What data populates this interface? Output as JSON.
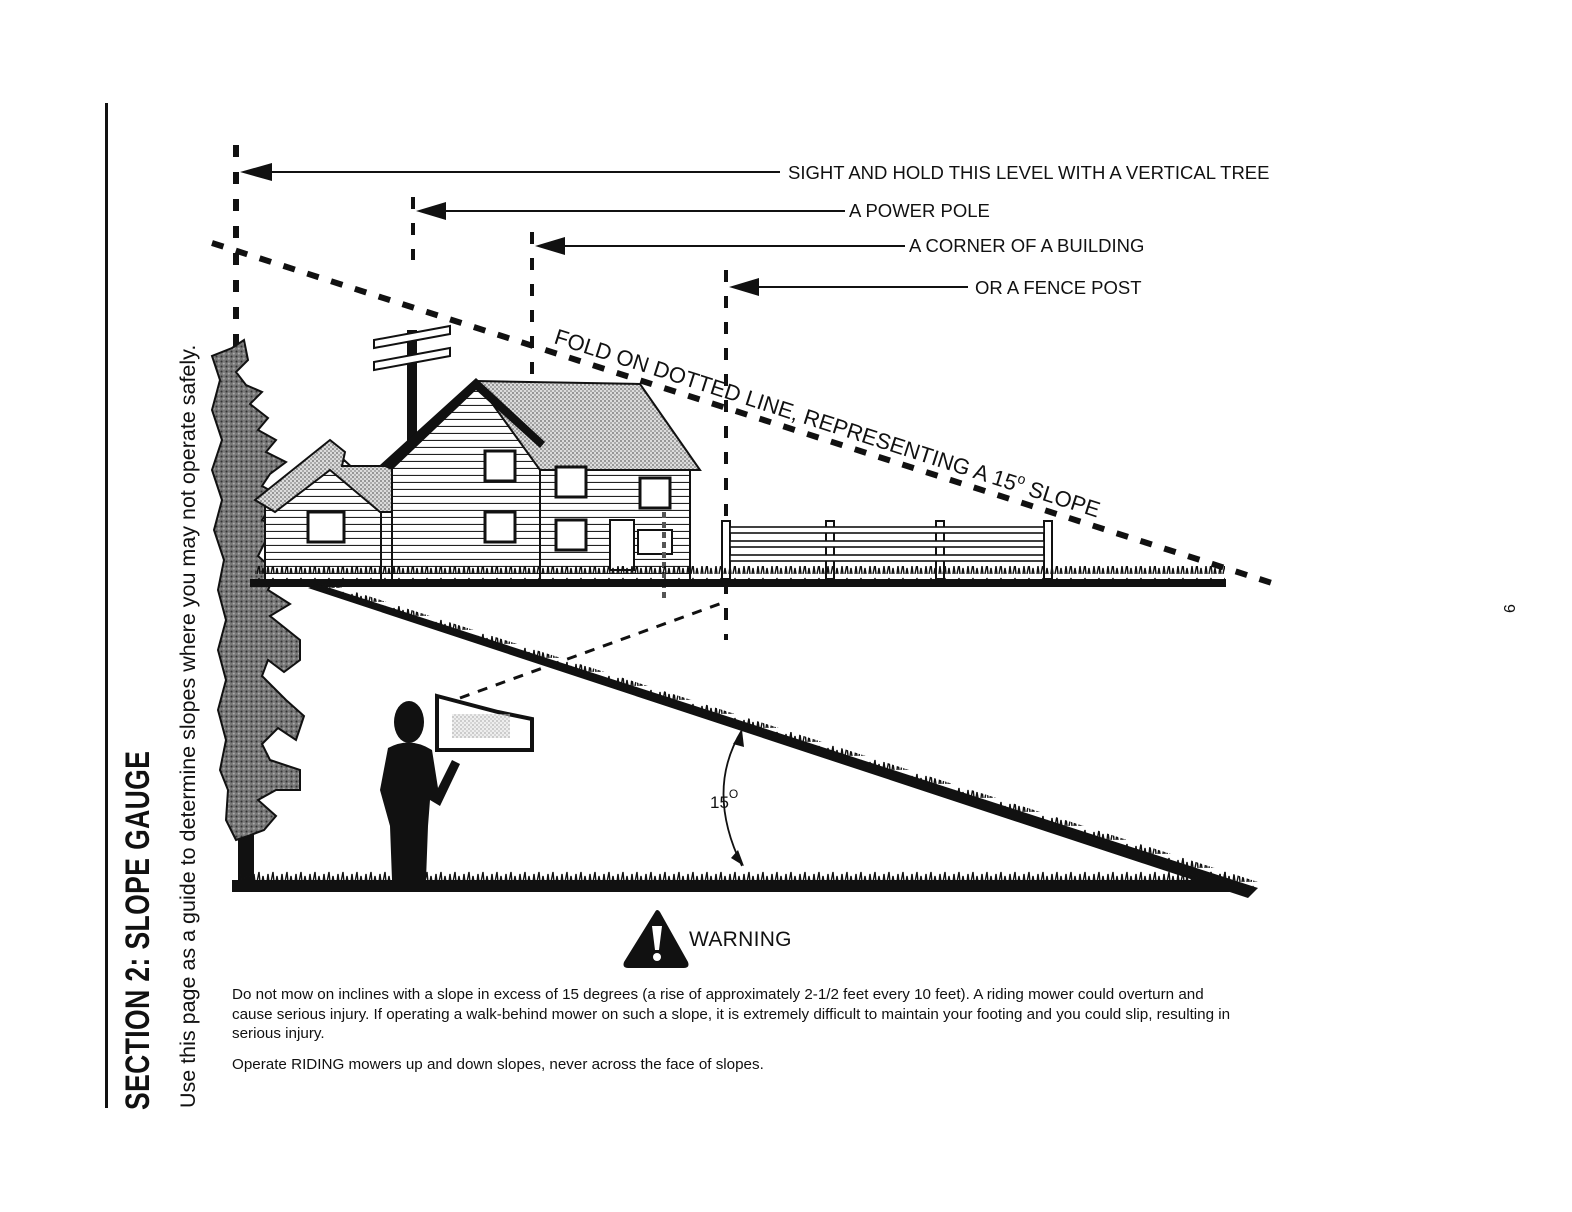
{
  "section": {
    "title": "SECTION 2:  SLOPE GAUGE",
    "subtitle": "Use this page as a guide to determine slopes where you may not operate safely."
  },
  "page_number": "6",
  "diagram": {
    "labels": {
      "tree": "SIGHT AND HOLD THIS LEVEL WITH A VERTICAL TREE",
      "pole": "A POWER POLE",
      "building": "A CORNER OF A BUILDING",
      "fence": "OR A FENCE POST"
    },
    "fold_line": {
      "text_main": "FOLD ON DOTTED LINE, REPRESENTING A 15",
      "text_deg": "o",
      "text_end": " SLOPE"
    },
    "angle": {
      "value": "15",
      "unit": "O"
    }
  },
  "warning": {
    "title": "WARNING",
    "paragraph1": "Do not mow on inclines with a slope in excess of 15 degrees (a rise of approximately 2-1/2 feet every 10 feet). A riding mower could overturn and cause serious injury. If operating a walk-behind mower on such a slope, it is extremely difficult to maintain your footing and you could slip, resulting in serious injury.",
    "paragraph2": "Operate RIDING mowers up and down slopes, never across the face of slopes."
  }
}
